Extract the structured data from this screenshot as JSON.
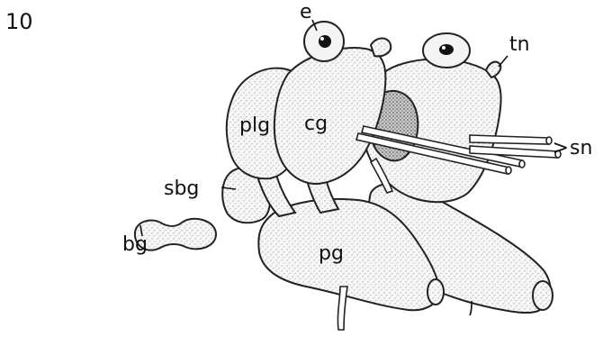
{
  "figure": {
    "number": "10",
    "labels": {
      "e": "e",
      "tn": "tn",
      "sn": "sn",
      "cg": "cg",
      "plg": "plg",
      "sbg": "sbg",
      "pg": "pg",
      "bg": "bg"
    }
  }
}
